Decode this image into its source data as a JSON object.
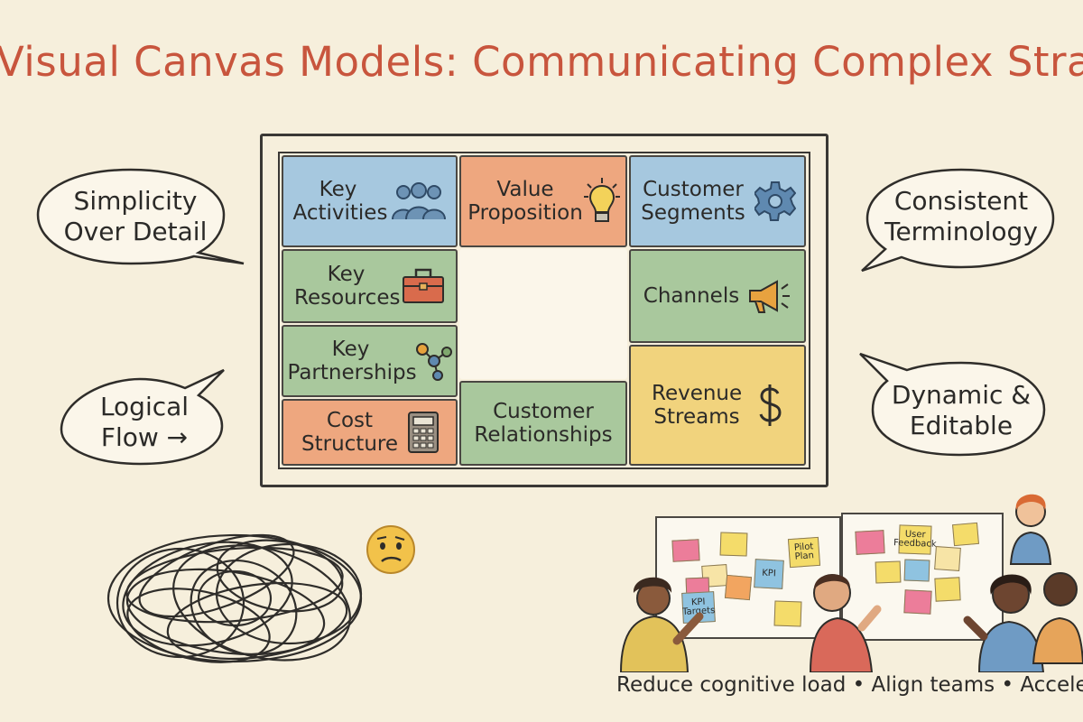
{
  "title": "Visual Canvas Models: Communicating Complex Strategies",
  "bubbles": {
    "simplicity": "Simplicity Over Detail",
    "consistent": "Consistent Terminology",
    "logical": "Logical Flow →",
    "dynamic": "Dynamic & Editable"
  },
  "canvas": {
    "key_activities": "Key Activities",
    "value_proposition": "Value Proposition",
    "customer_segments": "Customer Segments",
    "key_resources": "Key Resources",
    "channels": "Channels",
    "key_partnerships": "Key Partnerships",
    "revenue_streams": "Revenue Streams",
    "cost_structure": "Cost Structure",
    "customer_relationships": "Customer Relationships"
  },
  "sticky_notes": {
    "pilot_plan": "Pilot Plan",
    "kpi": "KPI",
    "kpi_targets": "KPI Targets",
    "user_feedback": "User Feedback"
  },
  "tagline": "Reduce cognitive load • Align teams • Accelerate ex",
  "colors": {
    "title": "#c8553d",
    "blue": "#a6c8df",
    "orange": "#eea77f",
    "green": "#a9c89d",
    "yellow": "#f1d37d",
    "background": "#f6efdc"
  },
  "icons": [
    "people-icon",
    "lightbulb-icon",
    "gear-icon",
    "toolbox-icon",
    "megaphone-icon",
    "network-icon",
    "dollar-icon",
    "calculator-icon",
    "confused-face-icon",
    "scribble-icon",
    "arrow-right-icon"
  ]
}
